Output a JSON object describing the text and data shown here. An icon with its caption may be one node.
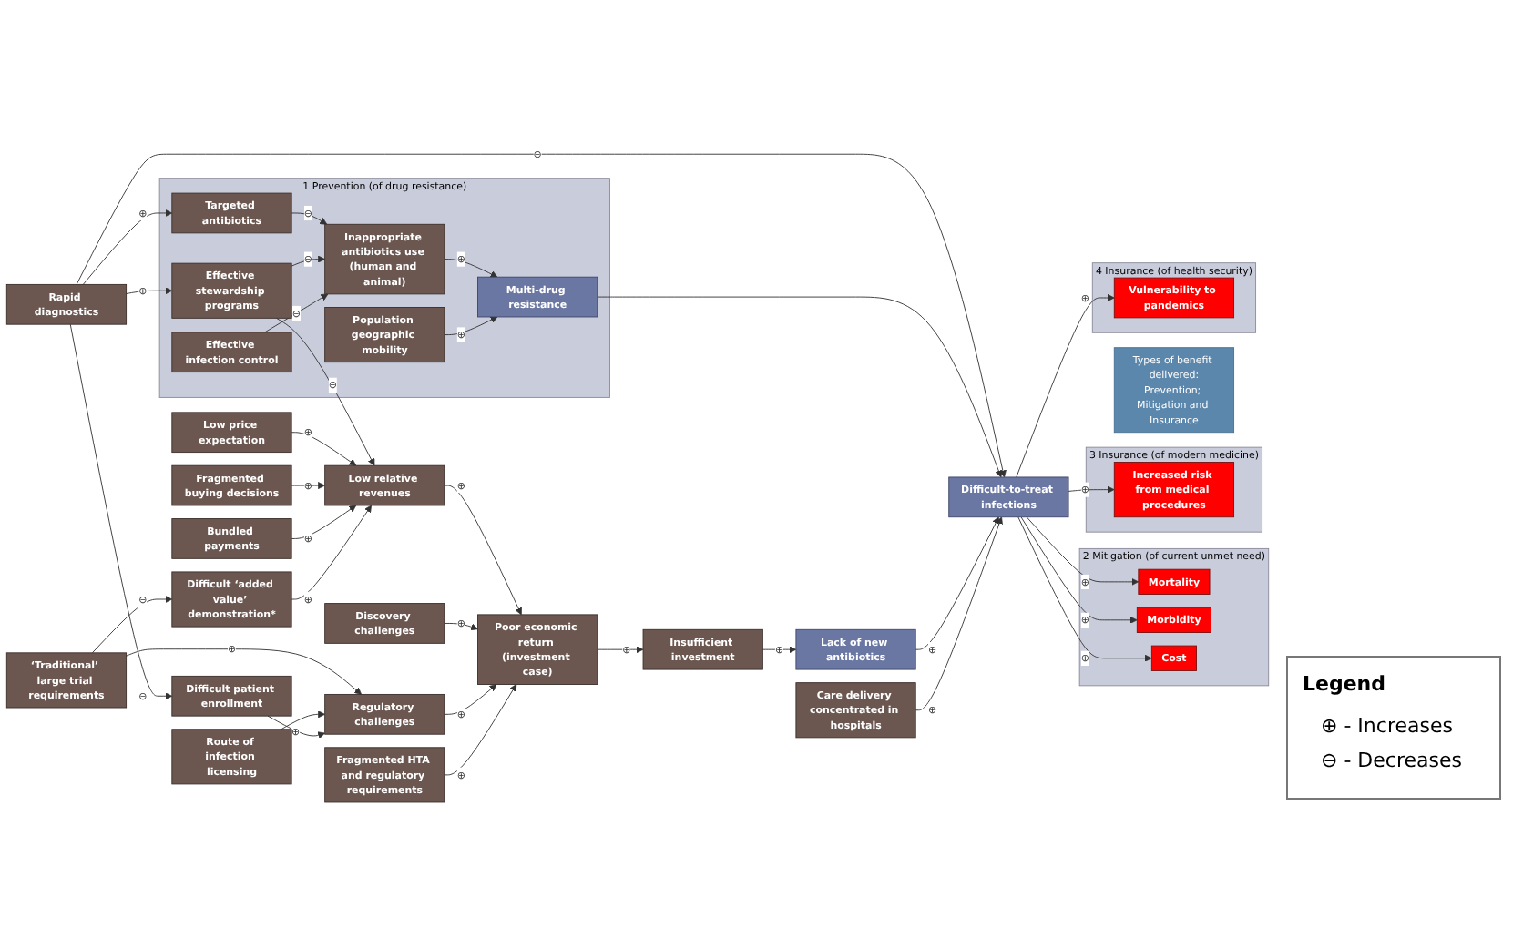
{
  "diagram": {
    "nodes": [
      {
        "text": [
          "Types of benefit delivered:",
          "Prevention; Mitigation and Insurance"
        ]
      },
      {
        "text": [
          "1",
          "Prevention (of drug resistance)"
        ]
      },
      {
        "text": [
          "Rapid diagnostics"
        ]
      },
      {
        "text": [
          "Targeted antibiotics"
        ],
        "in": 1
      },
      {
        "text": [
          "Population geographic mobility"
        ],
        "in": 1
      },
      {
        "text": [
          "Low price expectation"
        ]
      },
      {
        "text": [
          "Effective stewardship programs"
        ],
        "in": 1
      },
      {
        "text": [
          "Inappropriate antibiotics use (human and animal)"
        ],
        "in": 1
      },
      {
        "text": [
          "Multi-drug resistance"
        ],
        "in": 1
      },
      {
        "text": [
          "Difficult-to-treat infections"
        ]
      },
      {
        "text": [
          "Fragmented buying decisions"
        ]
      },
      {
        "text": [
          "Bundled payments"
        ]
      },
      {
        "text": [
          "Low relative revenues"
        ]
      },
      {
        "text": [
          "Effective infection control"
        ],
        "in": 1
      },
      {
        "text": [
          "Lack of new antibiotics"
        ]
      },
      {
        "text": [
          "Care delivery concentrated in hospitals"
        ]
      },
      {
        "text": [
          "Difficult ‘added value’ demonstration*"
        ]
      },
      {
        "text": [
          "‘Traditional’ large trial requirements"
        ]
      },
      {
        "text": [
          "Discovery challenges"
        ]
      },
      {
        "text": [
          "Poor economic return (investment case)"
        ]
      },
      {
        "text": [
          "Insufficient investment"
        ]
      },
      {
        "text": [
          "Route of infection licensing"
        ]
      },
      {
        "text": [
          "Regulatory challenges"
        ]
      },
      {
        "text": [
          "Fragmented HTA and regulatory requirements"
        ]
      },
      {
        "text": [
          "Difficult patient enrollment"
        ]
      },
      {
        "text": [
          "2",
          "Mitigation (of current unmet need)"
        ]
      },
      {
        "text": [
          "Mortality"
        ],
        "in": 25
      },
      {
        "text": [
          "Morbidity"
        ],
        "in": 25
      },
      {
        "text": [
          "Cost"
        ],
        "in": 25
      },
      {
        "text": [
          "3",
          "Insurance (of modern medicine)"
        ]
      },
      {
        "text": [
          "Increased risk from medical procedures"
        ],
        "in": 29
      },
      {
        "text": [
          "4",
          "Insurance (of health security)"
        ]
      },
      {
        "text": [
          "Vulnerability to pandemics"
        ],
        "in": 31
      }
    ],
    "edges": [
      {
        "from": 2,
        "to": 3,
        "arrow": "to",
        "label": "⊕"
      },
      {
        "from": 2,
        "to": 6,
        "arrow": "to",
        "label": "⊕"
      },
      {
        "from": 2,
        "to": 9,
        "arrow": "to",
        "label": "⊖"
      },
      {
        "from": 2,
        "to": 24,
        "arrow": "to",
        "label": "⊖"
      },
      {
        "from": 3,
        "to": 7,
        "arrow": "to",
        "label": "⊖"
      },
      {
        "from": 6,
        "to": 7,
        "arrow": "to",
        "label": "⊖"
      },
      {
        "from": 6,
        "to": 12,
        "arrow": "to",
        "label": "⊖"
      },
      {
        "from": 13,
        "to": 7,
        "arrow": "to",
        "label": "⊖"
      },
      {
        "from": 7,
        "to": 8,
        "arrow": "to",
        "label": "⊕"
      },
      {
        "from": 4,
        "to": 8,
        "arrow": "to",
        "label": "⊕"
      },
      {
        "from": 8,
        "to": 9,
        "arrow": "to"
      },
      {
        "from": 14,
        "to": 9,
        "arrow": "to",
        "label": "⊕"
      },
      {
        "from": 15,
        "to": 9,
        "arrow": "to",
        "label": "⊕"
      },
      {
        "from": 5,
        "to": 12,
        "arrow": "to",
        "label": "⊕"
      },
      {
        "from": 10,
        "to": 12,
        "arrow": "to",
        "label": "⊕"
      },
      {
        "from": 11,
        "to": 12,
        "arrow": "to",
        "label": "⊕"
      },
      {
        "from": 16,
        "to": 12,
        "arrow": "to",
        "label": "⊕"
      },
      {
        "from": 17,
        "to": 16,
        "arrow": "to",
        "label": "⊖"
      },
      {
        "from": 17,
        "to": 22,
        "arrow": "to",
        "label": "⊕"
      },
      {
        "from": 21,
        "to": 22,
        "arrow": "to"
      },
      {
        "from": 24,
        "to": 22,
        "arrow": "to",
        "label": "⊕"
      },
      {
        "from": 12,
        "to": 19,
        "arrow": "to",
        "label": "⊕"
      },
      {
        "from": 18,
        "to": 19,
        "arrow": "to",
        "label": "⊕"
      },
      {
        "from": 22,
        "to": 19,
        "arrow": "to",
        "label": "⊕"
      },
      {
        "from": 23,
        "to": 19,
        "arrow": "to",
        "label": "⊕"
      },
      {
        "from": 19,
        "to": 20,
        "arrow": "to",
        "label": "⊕"
      },
      {
        "from": 20,
        "to": 14,
        "arrow": "to",
        "label": "⊕"
      },
      {
        "from": 9,
        "to": 26,
        "arrow": "to",
        "label": "⊕"
      },
      {
        "from": 9,
        "to": 27,
        "arrow": "to",
        "label": "⊕"
      },
      {
        "from": 9,
        "to": 28,
        "arrow": "to",
        "label": "⊕"
      },
      {
        "from": 9,
        "to": 30,
        "arrow": "to",
        "label": "⊕"
      },
      {
        "from": 9,
        "to": 32,
        "arrow": "to",
        "label": "⊕"
      }
    ],
    "labels": [
      "Legend"
    ],
    "legend": [
      {
        "text": "⊕ - Increases"
      },
      {
        "text": "⊖ - Decreases"
      }
    ]
  }
}
